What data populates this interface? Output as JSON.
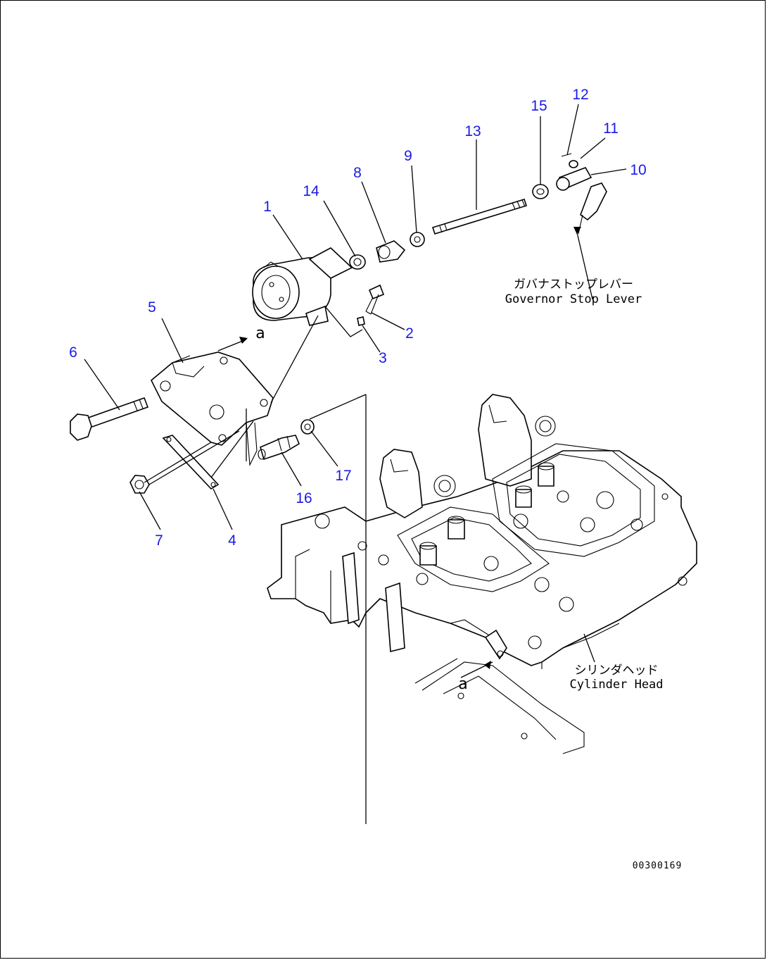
{
  "callouts": [
    "1",
    "2",
    "3",
    "4",
    "5",
    "6",
    "7",
    "8",
    "9",
    "10",
    "11",
    "12",
    "13",
    "14",
    "15",
    "16",
    "17"
  ],
  "labels": {
    "governor_jp": "ガバナストップレバー",
    "governor_en": "Governor Stop Lever",
    "cylinder_jp": "シリンダヘッド",
    "cylinder_en": "Cylinder Head"
  },
  "reference_mark": "a",
  "drawing_code": "00300169",
  "colors": {
    "callout": "#1a1ae6",
    "line": "#000000"
  }
}
